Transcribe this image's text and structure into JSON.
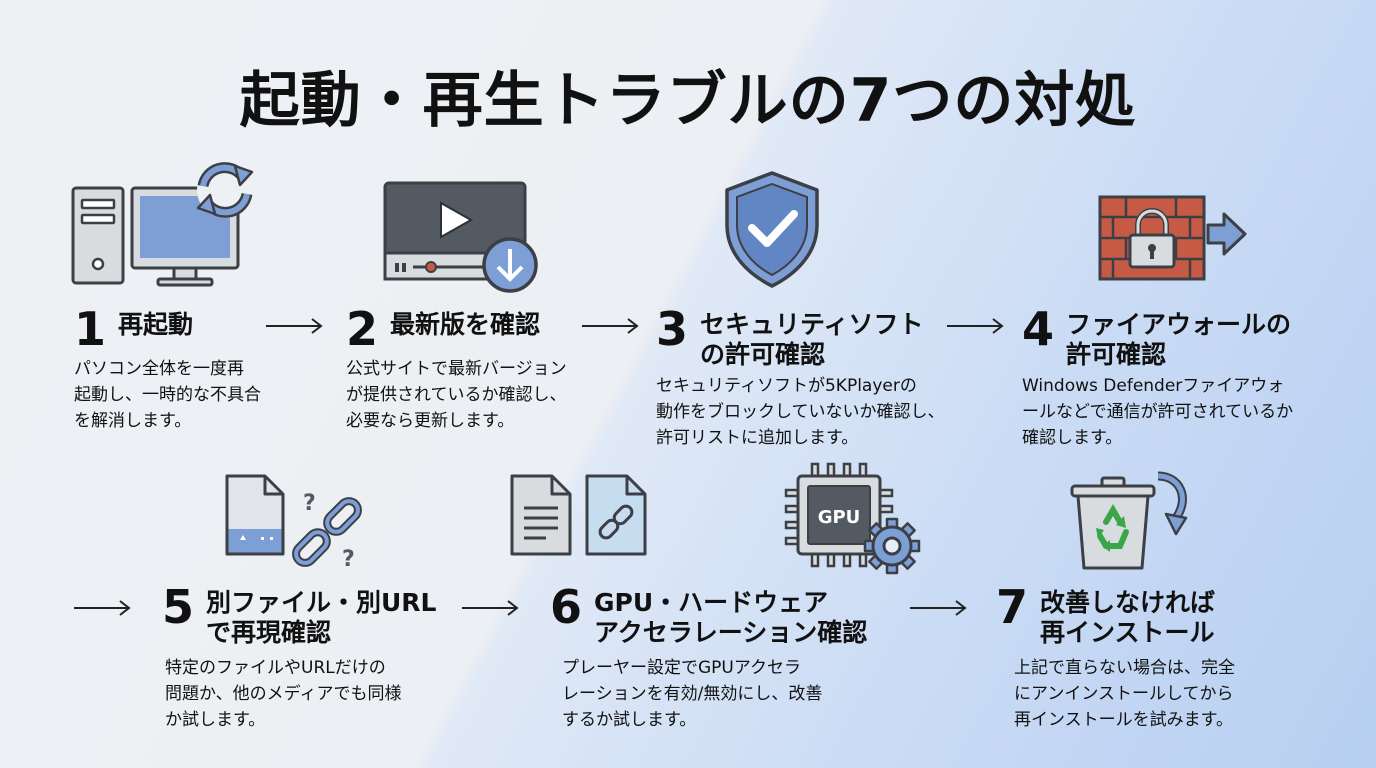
{
  "title": "起動・再生トラブルの7つの対処",
  "steps": [
    {
      "num": "1",
      "title": [
        "再起動"
      ],
      "desc": [
        "パソコン全体を一度再",
        "起動し、一時的な不具合",
        "を解消します。"
      ]
    },
    {
      "num": "2",
      "title": [
        "最新版を確認"
      ],
      "desc": [
        "公式サイトで最新バージョン",
        "が提供されているか確認し、",
        "必要なら更新します。"
      ]
    },
    {
      "num": "3",
      "title": [
        "セキュリティソフト",
        "の許可確認"
      ],
      "desc": [
        "セキュリティソフトが5KPlayerの",
        "動作をブロックしていないか確認し、",
        "許可リストに追加します。"
      ]
    },
    {
      "num": "4",
      "title": [
        "ファイアウォールの",
        "許可確認"
      ],
      "desc": [
        "Windows Defenderファイアウォ",
        "ールなどで通信が許可されているか",
        "確認します。"
      ]
    },
    {
      "num": "5",
      "title": [
        "別ファイル・別URL",
        "で再現確認"
      ],
      "desc": [
        "特定のファイルやURLだけの",
        "問題か、他のメディアでも同様",
        "か試します。"
      ]
    },
    {
      "num": "6",
      "title": [
        "GPU・ハードウェア",
        "アクセラレーション確認"
      ],
      "desc": [
        "プレーヤー設定でGPUアクセラ",
        "レーションを有効/無効にし、改善",
        "するか試します。"
      ]
    },
    {
      "num": "7",
      "title": [
        "改善しなければ",
        "再インストール"
      ],
      "desc": [
        "上記で直らない場合は、完全",
        "にアンインストールしてから",
        "再インストールを試みます。"
      ]
    }
  ],
  "icons": {
    "step1": "computer-restart-icon",
    "step2": "video-update-icon",
    "step3": "security-shield-icon",
    "step4": "firewall-icon",
    "step5": "broken-link-file-icon",
    "step6": "gpu-chip-icon",
    "step7": "recycle-bin-icon",
    "gpu_chip_label": "GPU"
  },
  "colors": {
    "icon_blue": "#7d9fd6",
    "icon_gray": "#d9dcdf",
    "icon_dark": "#545a61",
    "brick": "#c65a45",
    "recycle_green": "#3aa64a"
  }
}
